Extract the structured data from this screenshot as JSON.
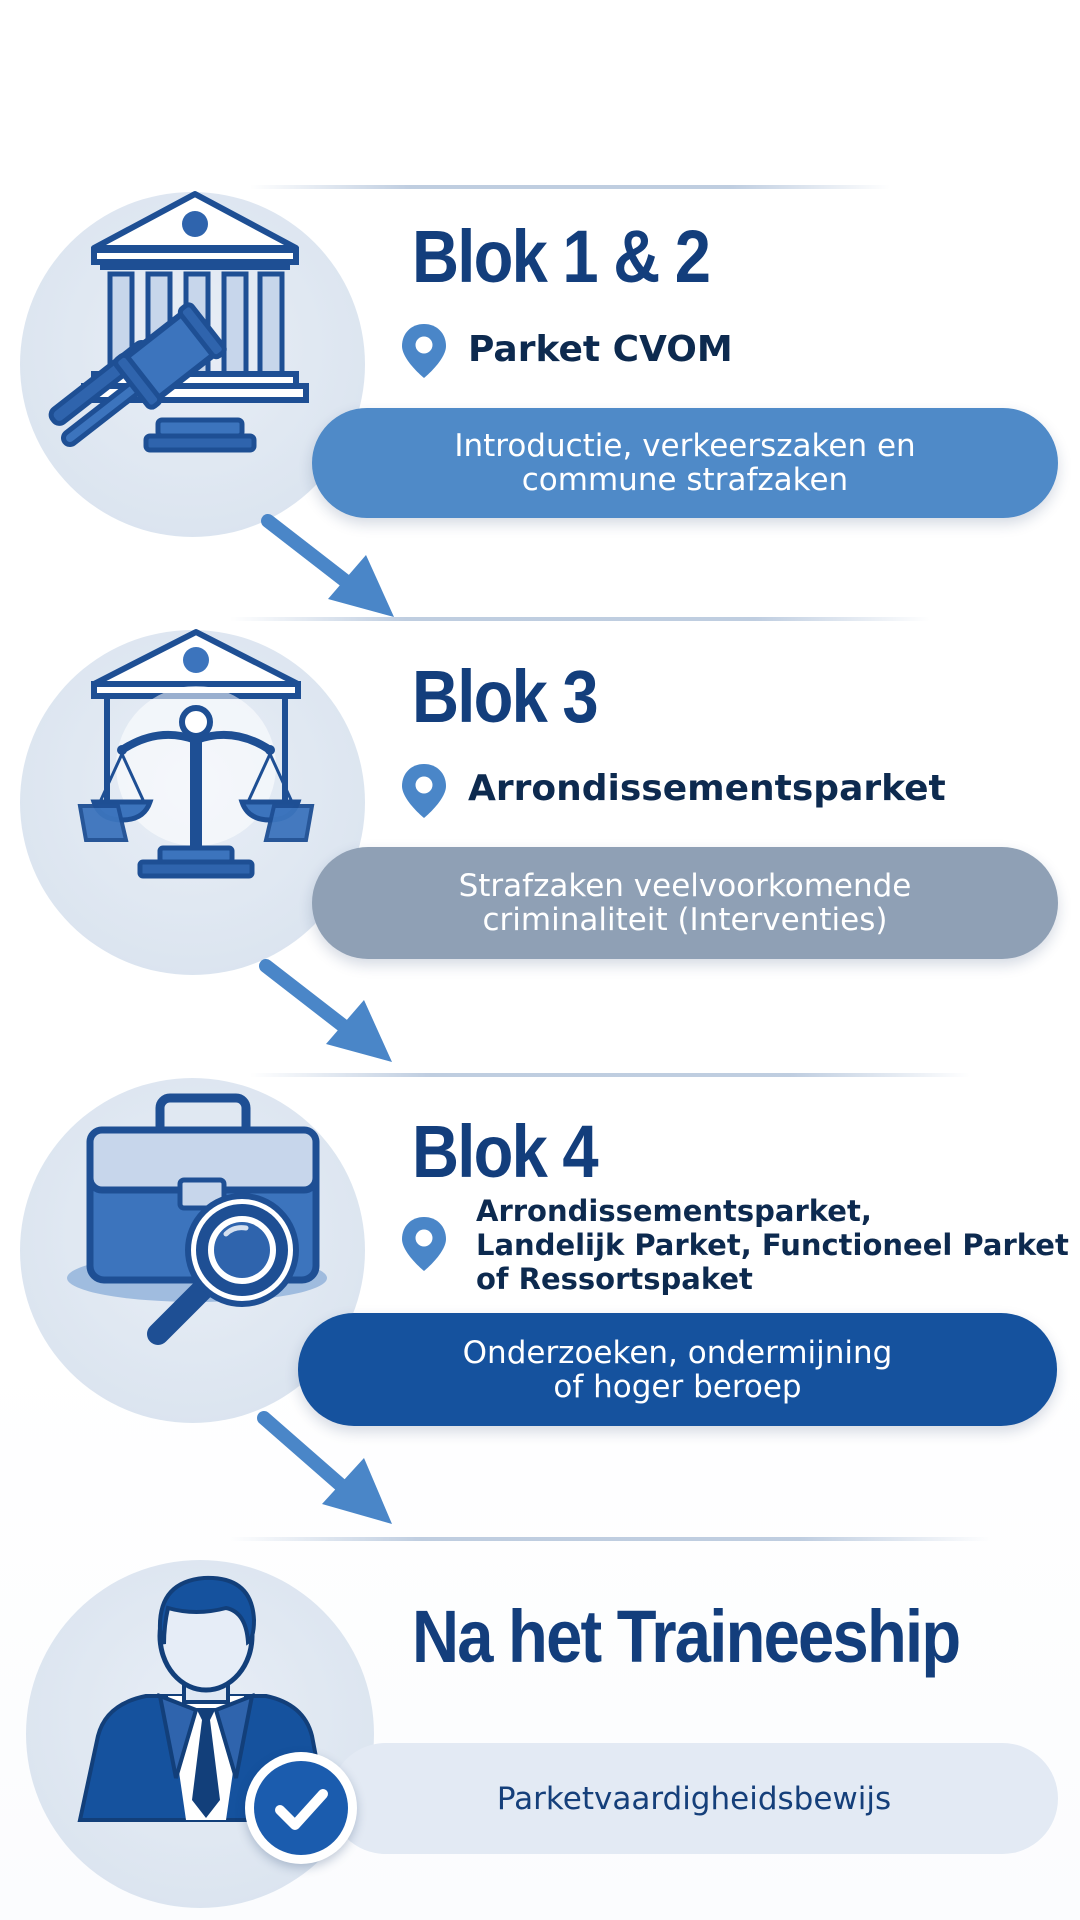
{
  "colors": {
    "title": "#133e7c",
    "text_dark": "#0d2a4f",
    "pin": "#4a86c8",
    "arrow": "#4a86c8",
    "circle_bg": "#dce5f0",
    "pill_block_1_2": "#4f8ac8",
    "pill_block_3": "#8fa0b5",
    "pill_block_4": "#15529e",
    "pill_final": "#e3eaf4",
    "pill_final_text": "#153f7a"
  },
  "steps": [
    {
      "icon": "courthouse-gavel-icon",
      "title": "Blok 1 & 2",
      "location": "Parket CVOM",
      "description": "Introductie, verkeerszaken en\ncommune strafzaken"
    },
    {
      "icon": "courthouse-scales-icon",
      "title": "Blok 3",
      "location": "Arrondissementsparket",
      "description": "Strafzaken veelvoorkomende\ncriminaliteit (Interventies)"
    },
    {
      "icon": "briefcase-magnifier-icon",
      "title": "Blok 4",
      "location": "Arrondissementsparket,\nLandelijk Parket, Functioneel Parket\nof Ressortspaket",
      "description": "Onderzoeken, ondermijning\nof hoger beroep"
    },
    {
      "icon": "person-check-icon",
      "title": "Na het Traineeship",
      "description": "Parketvaardigheidsbewijs"
    }
  ]
}
